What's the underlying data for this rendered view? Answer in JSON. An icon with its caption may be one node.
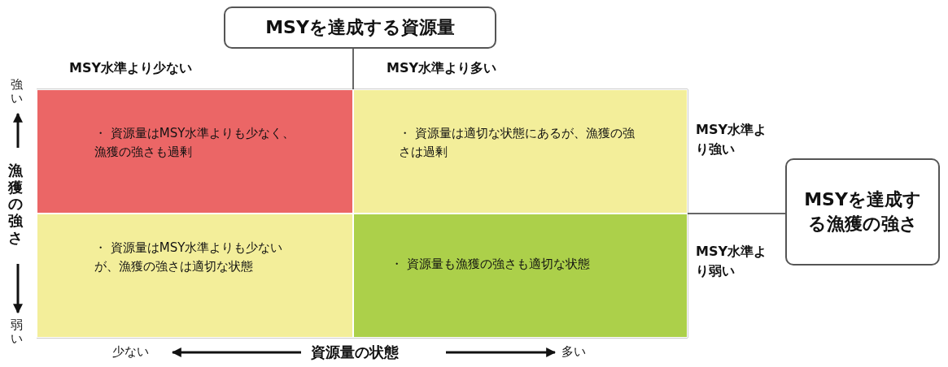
{
  "diagram": {
    "nodes": [
      {
        "text": [
          "MSYを達成する資源量"
        ]
      },
      {
        "text": [
          "・ 資源量はMSY水準よりも少なく、漁獲の強さも過剰"
        ]
      },
      {
        "text": [
          "・ 資源量は適切な状態にあるが、漁獲の強さは過剰"
        ]
      },
      {
        "text": [
          "MSYを達成する漁獲の強さ"
        ]
      },
      {
        "text": [
          "・ 資源量はMSY水準よりも少ないが、漁獲の強さは適切な状態"
        ]
      },
      {
        "text": [
          "・ 資源量も漁獲の強さも適切な状態"
        ]
      }
    ],
    "edges": [
      {
        "from": 0,
        "to": 1,
        "arrow": "none"
      },
      {
        "from": 3,
        "to": 2,
        "arrow": "none"
      }
    ],
    "labels": [
      "MSY水準より少ない",
      "MSY水準より多い",
      "強い",
      "MSY水準より強い",
      "漁獲の強さ",
      "MSY水準より弱い",
      "弱い",
      "少ない",
      "資源量の状態",
      "多い"
    ]
  }
}
